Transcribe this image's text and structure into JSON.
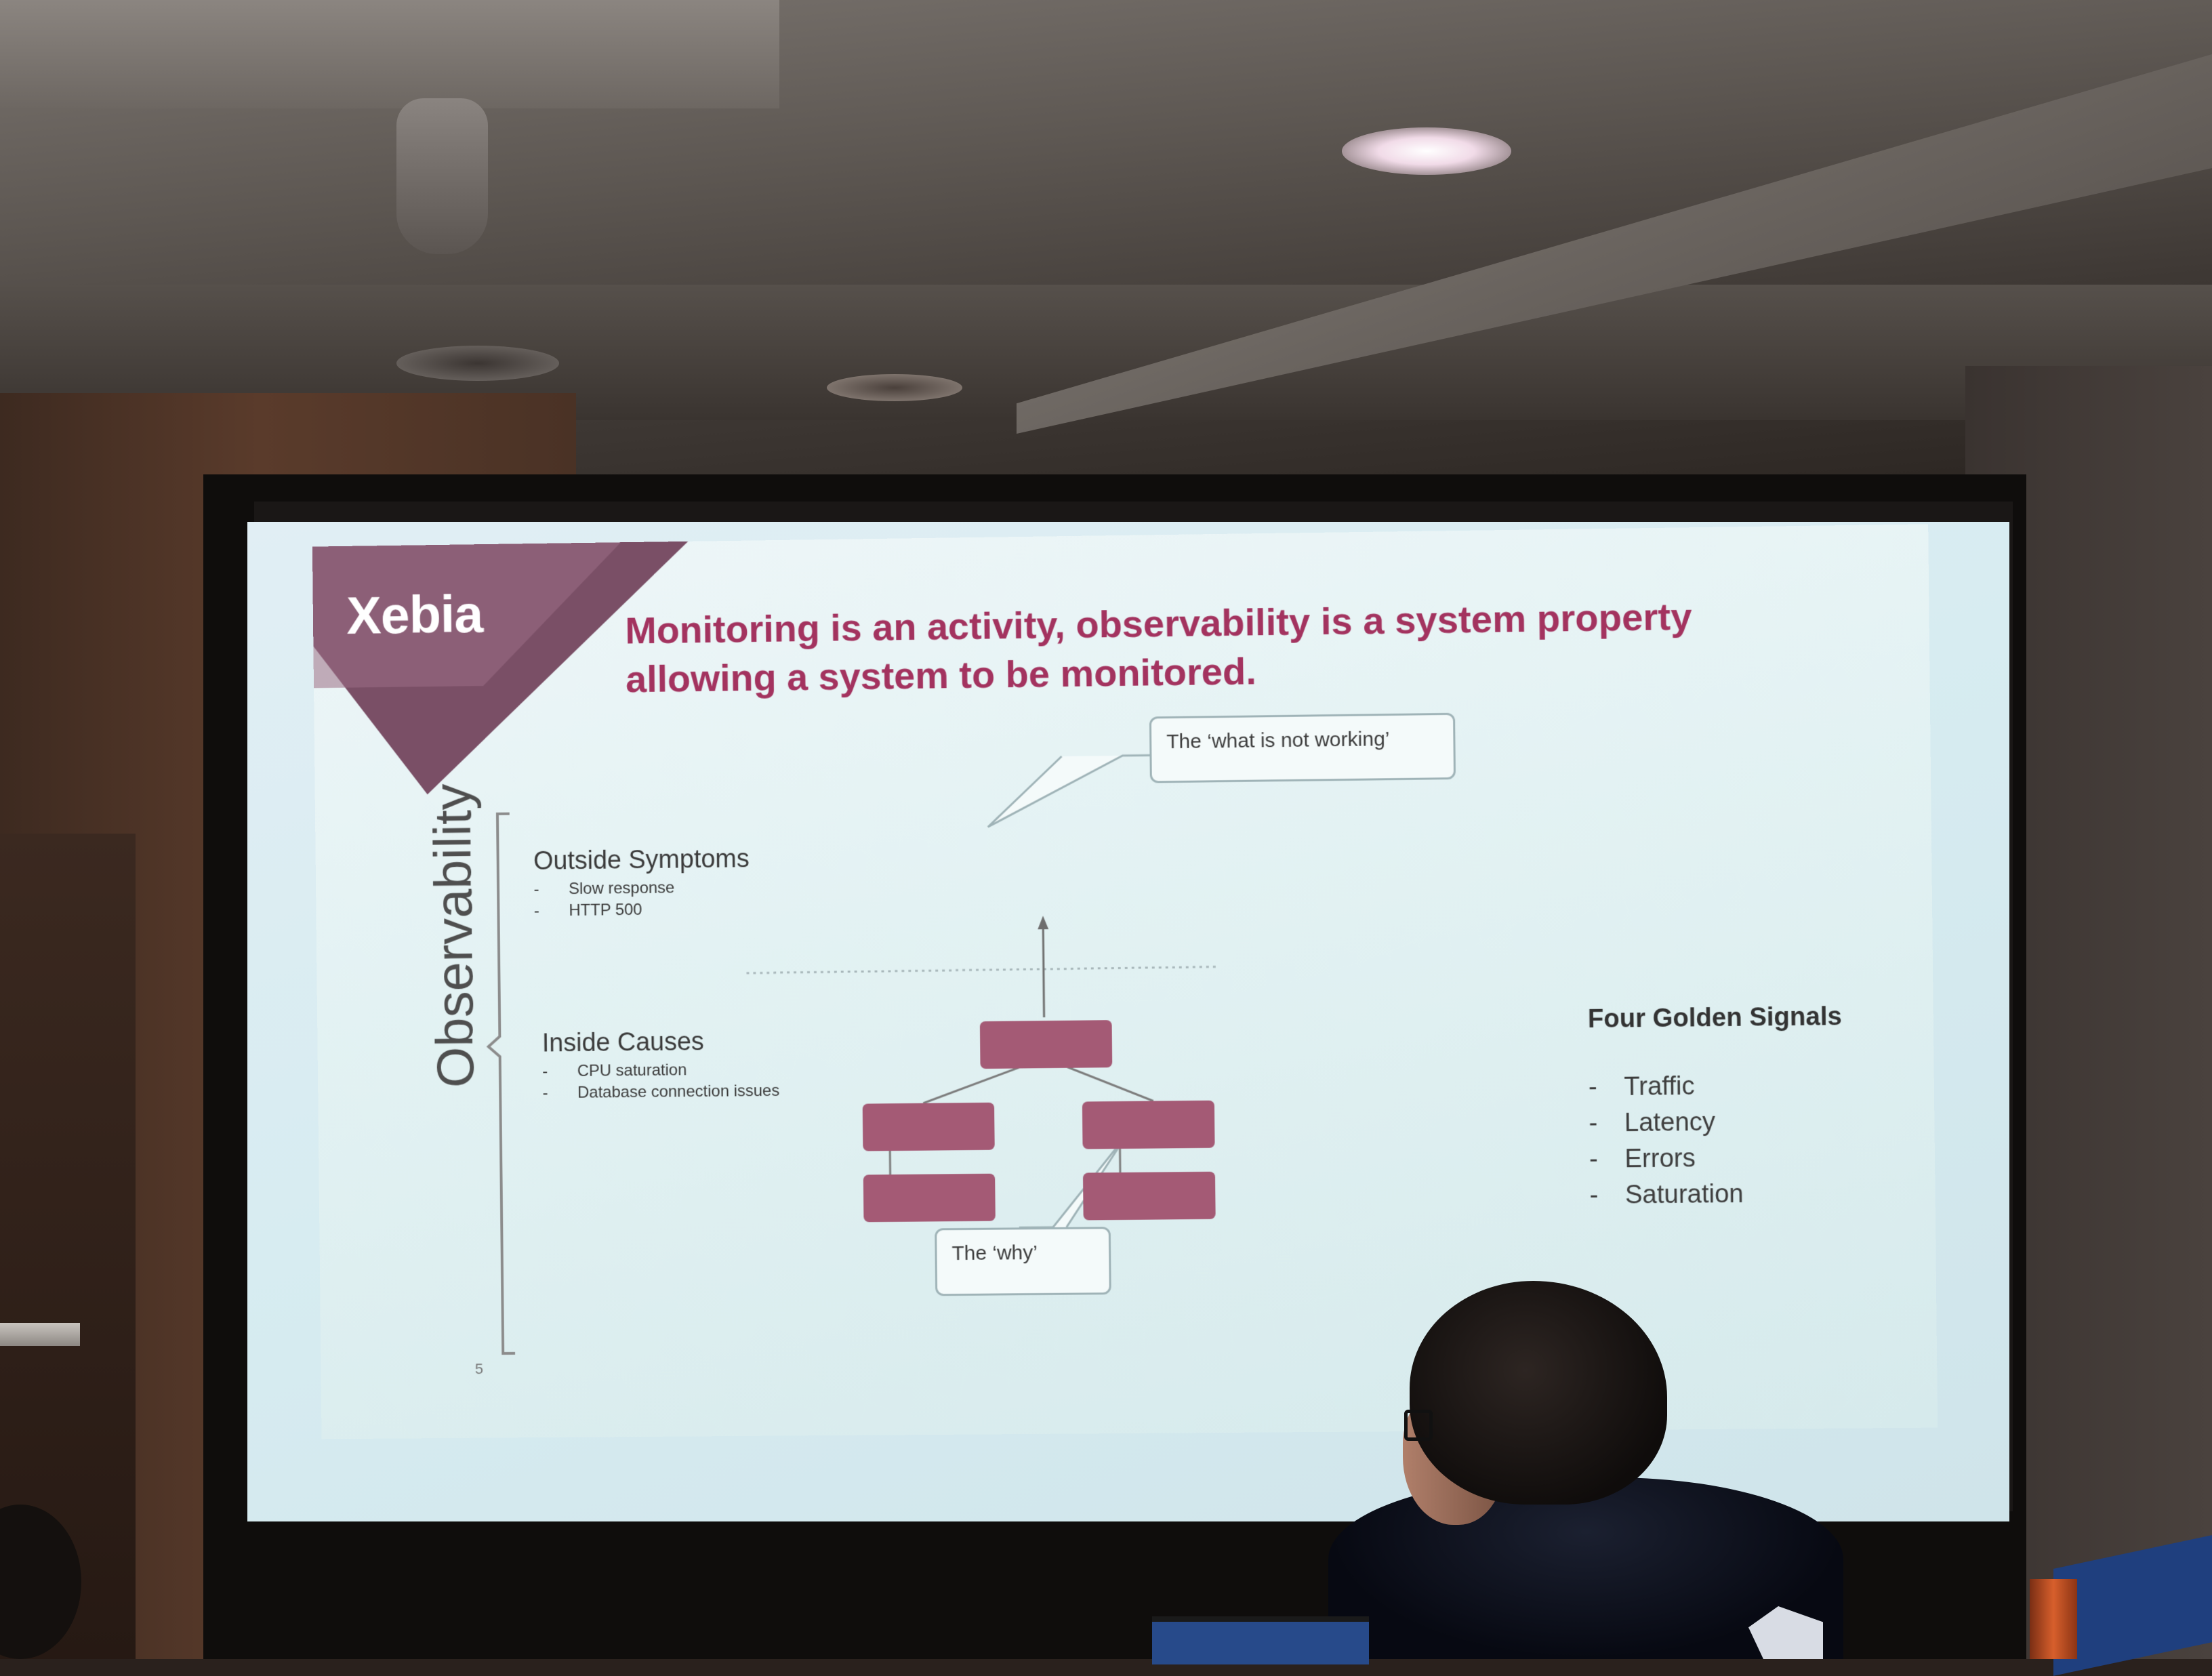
{
  "slide": {
    "logo": "Xebia",
    "title_line1": "Monitoring is an activity, observability is a system property",
    "title_line2": "allowing a system to be monitored.",
    "callout_top": "The ‘what is not working’",
    "callout_bottom": "The ‘why’",
    "vertical_label": "Observability",
    "outside": {
      "heading": "Outside Symptoms",
      "bullets": [
        "Slow response",
        "HTTP 500"
      ]
    },
    "inside": {
      "heading": "Inside Causes",
      "bullets": [
        "CPU saturation",
        "Database connection issues"
      ]
    },
    "signals": {
      "title": "Four Golden Signals",
      "items": [
        "Traffic",
        "Latency",
        "Errors",
        "Saturation"
      ]
    },
    "page_number": "5",
    "colors": {
      "brand": "#7a4f66",
      "title": "#a3335f",
      "box": "#a45a75"
    }
  }
}
